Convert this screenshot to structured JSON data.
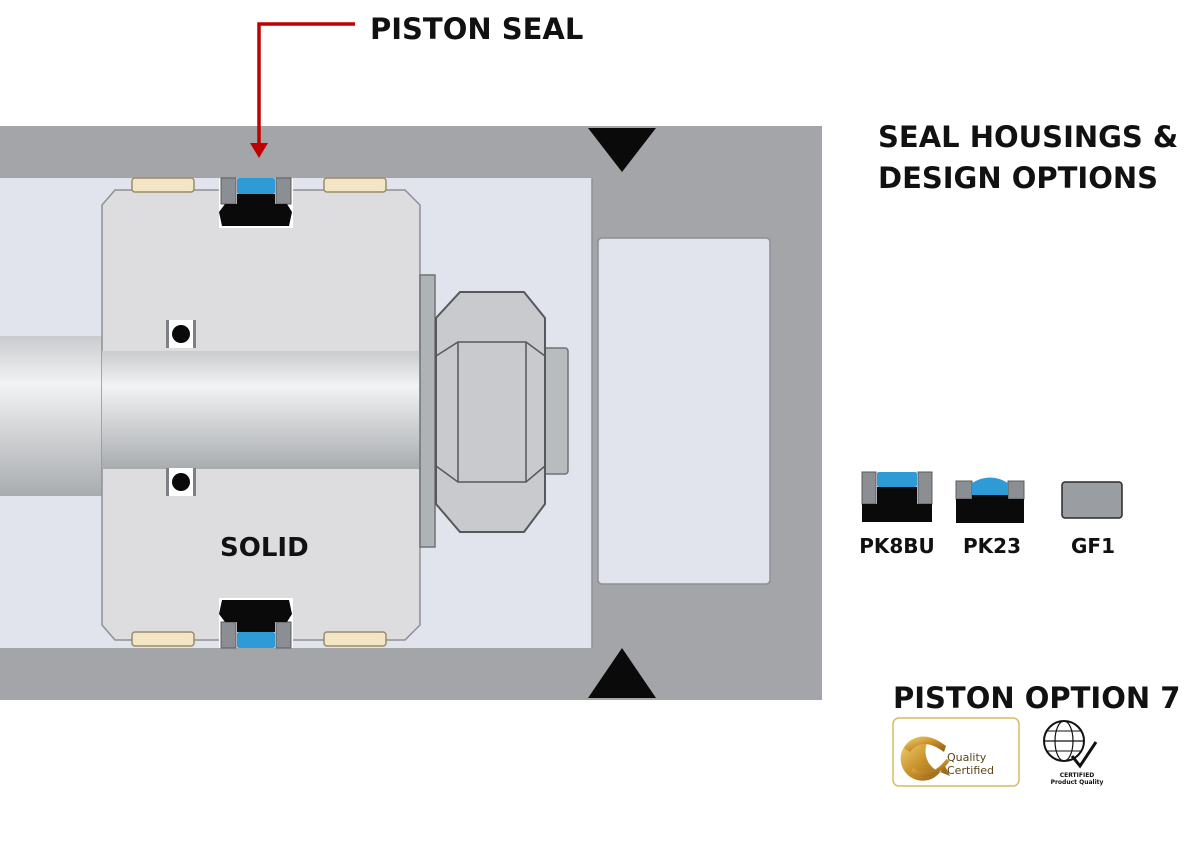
{
  "callout": {
    "label": "PISTON SEAL",
    "arrow_color": "#c00000"
  },
  "piston": {
    "label": "SOLID"
  },
  "options_panel": {
    "title_line1": "SEAL HOUSINGS &",
    "title_line2": "DESIGN OPTIONS",
    "items": [
      {
        "label": "PK8BU"
      },
      {
        "label": "PK23"
      },
      {
        "label": "GF1"
      }
    ]
  },
  "footer": {
    "title": "PISTON OPTION 7",
    "badges": [
      {
        "name": "quality-certified-badge",
        "line1": "Quality",
        "line2": "Certified"
      },
      {
        "name": "certified-product-quality-badge",
        "line1": "CERTIFIED",
        "line2": "Product Quality"
      }
    ]
  },
  "colors": {
    "housing": "#a3a5a8",
    "bore": "#e1e4ec",
    "piston": "#dddddf",
    "seal_blue": "#2f9bd6",
    "seal_black": "#0a0a0a",
    "wear_ring": "#f3e6c7",
    "gold": "#d4a437"
  }
}
